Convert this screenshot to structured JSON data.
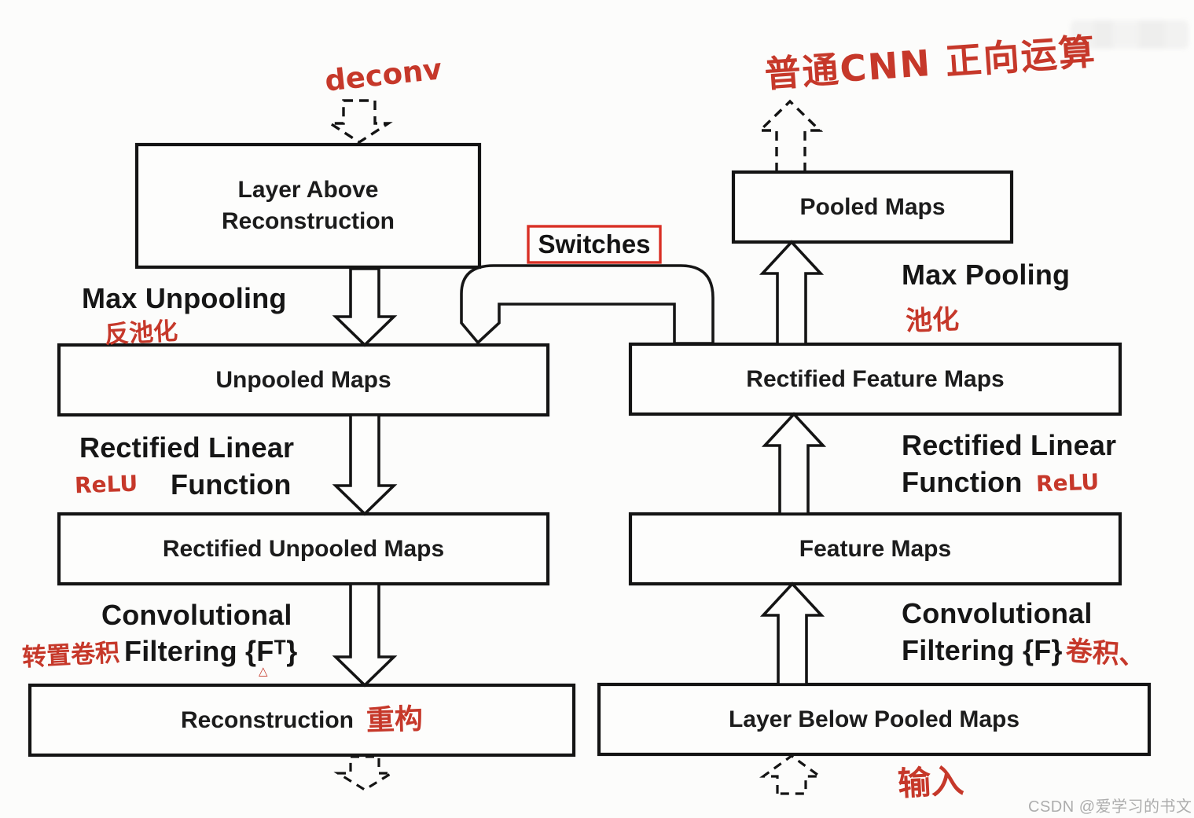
{
  "colors": {
    "ink": "#1c1c1c",
    "handwriting_red": "#c6382a",
    "switches_border_red": "#d93025",
    "watermark_gray": "#adadad",
    "background": "#fcfcfb"
  },
  "boxes": {
    "layer_above": {
      "line1": "Layer Above",
      "line2": "Reconstruction"
    },
    "unpooled": {
      "label": "Unpooled Maps"
    },
    "rectified_unpooled": {
      "label": "Rectified Unpooled Maps"
    },
    "reconstruction": {
      "label": "Reconstruction",
      "annotation_cn": "重构"
    },
    "pooled": {
      "label": "Pooled Maps"
    },
    "rectified_feature": {
      "label": "Rectified Feature Maps"
    },
    "feature": {
      "label": "Feature Maps"
    },
    "layer_below": {
      "label": "Layer Below Pooled Maps"
    },
    "switches": {
      "label": "Switches"
    }
  },
  "left_path_labels": {
    "deconv": "deconv",
    "max_unpooling": "Max Unpooling",
    "max_unpooling_cn": "反池化",
    "rectified_linear": "Rectified Linear",
    "relu": "ReLU",
    "function": "Function",
    "convolutional": "Convolutional",
    "filtering": "Filtering {Fᵀ}",
    "filtering_cn": "转置卷积",
    "triangle_mark": "△"
  },
  "right_path_labels": {
    "cnn_forward_cn": "普通CNN 正向运算",
    "max_pooling": "Max Pooling",
    "max_pooling_cn": "池化",
    "rectified_linear": "Rectified Linear",
    "function": "Function",
    "relu": "ReLU",
    "convolutional": "Convolutional",
    "filtering": "Filtering {F}",
    "filtering_cn": "卷积、",
    "input_cn": "输入"
  },
  "watermark": {
    "bottom_right": "CSDN @爱学习的书文"
  }
}
